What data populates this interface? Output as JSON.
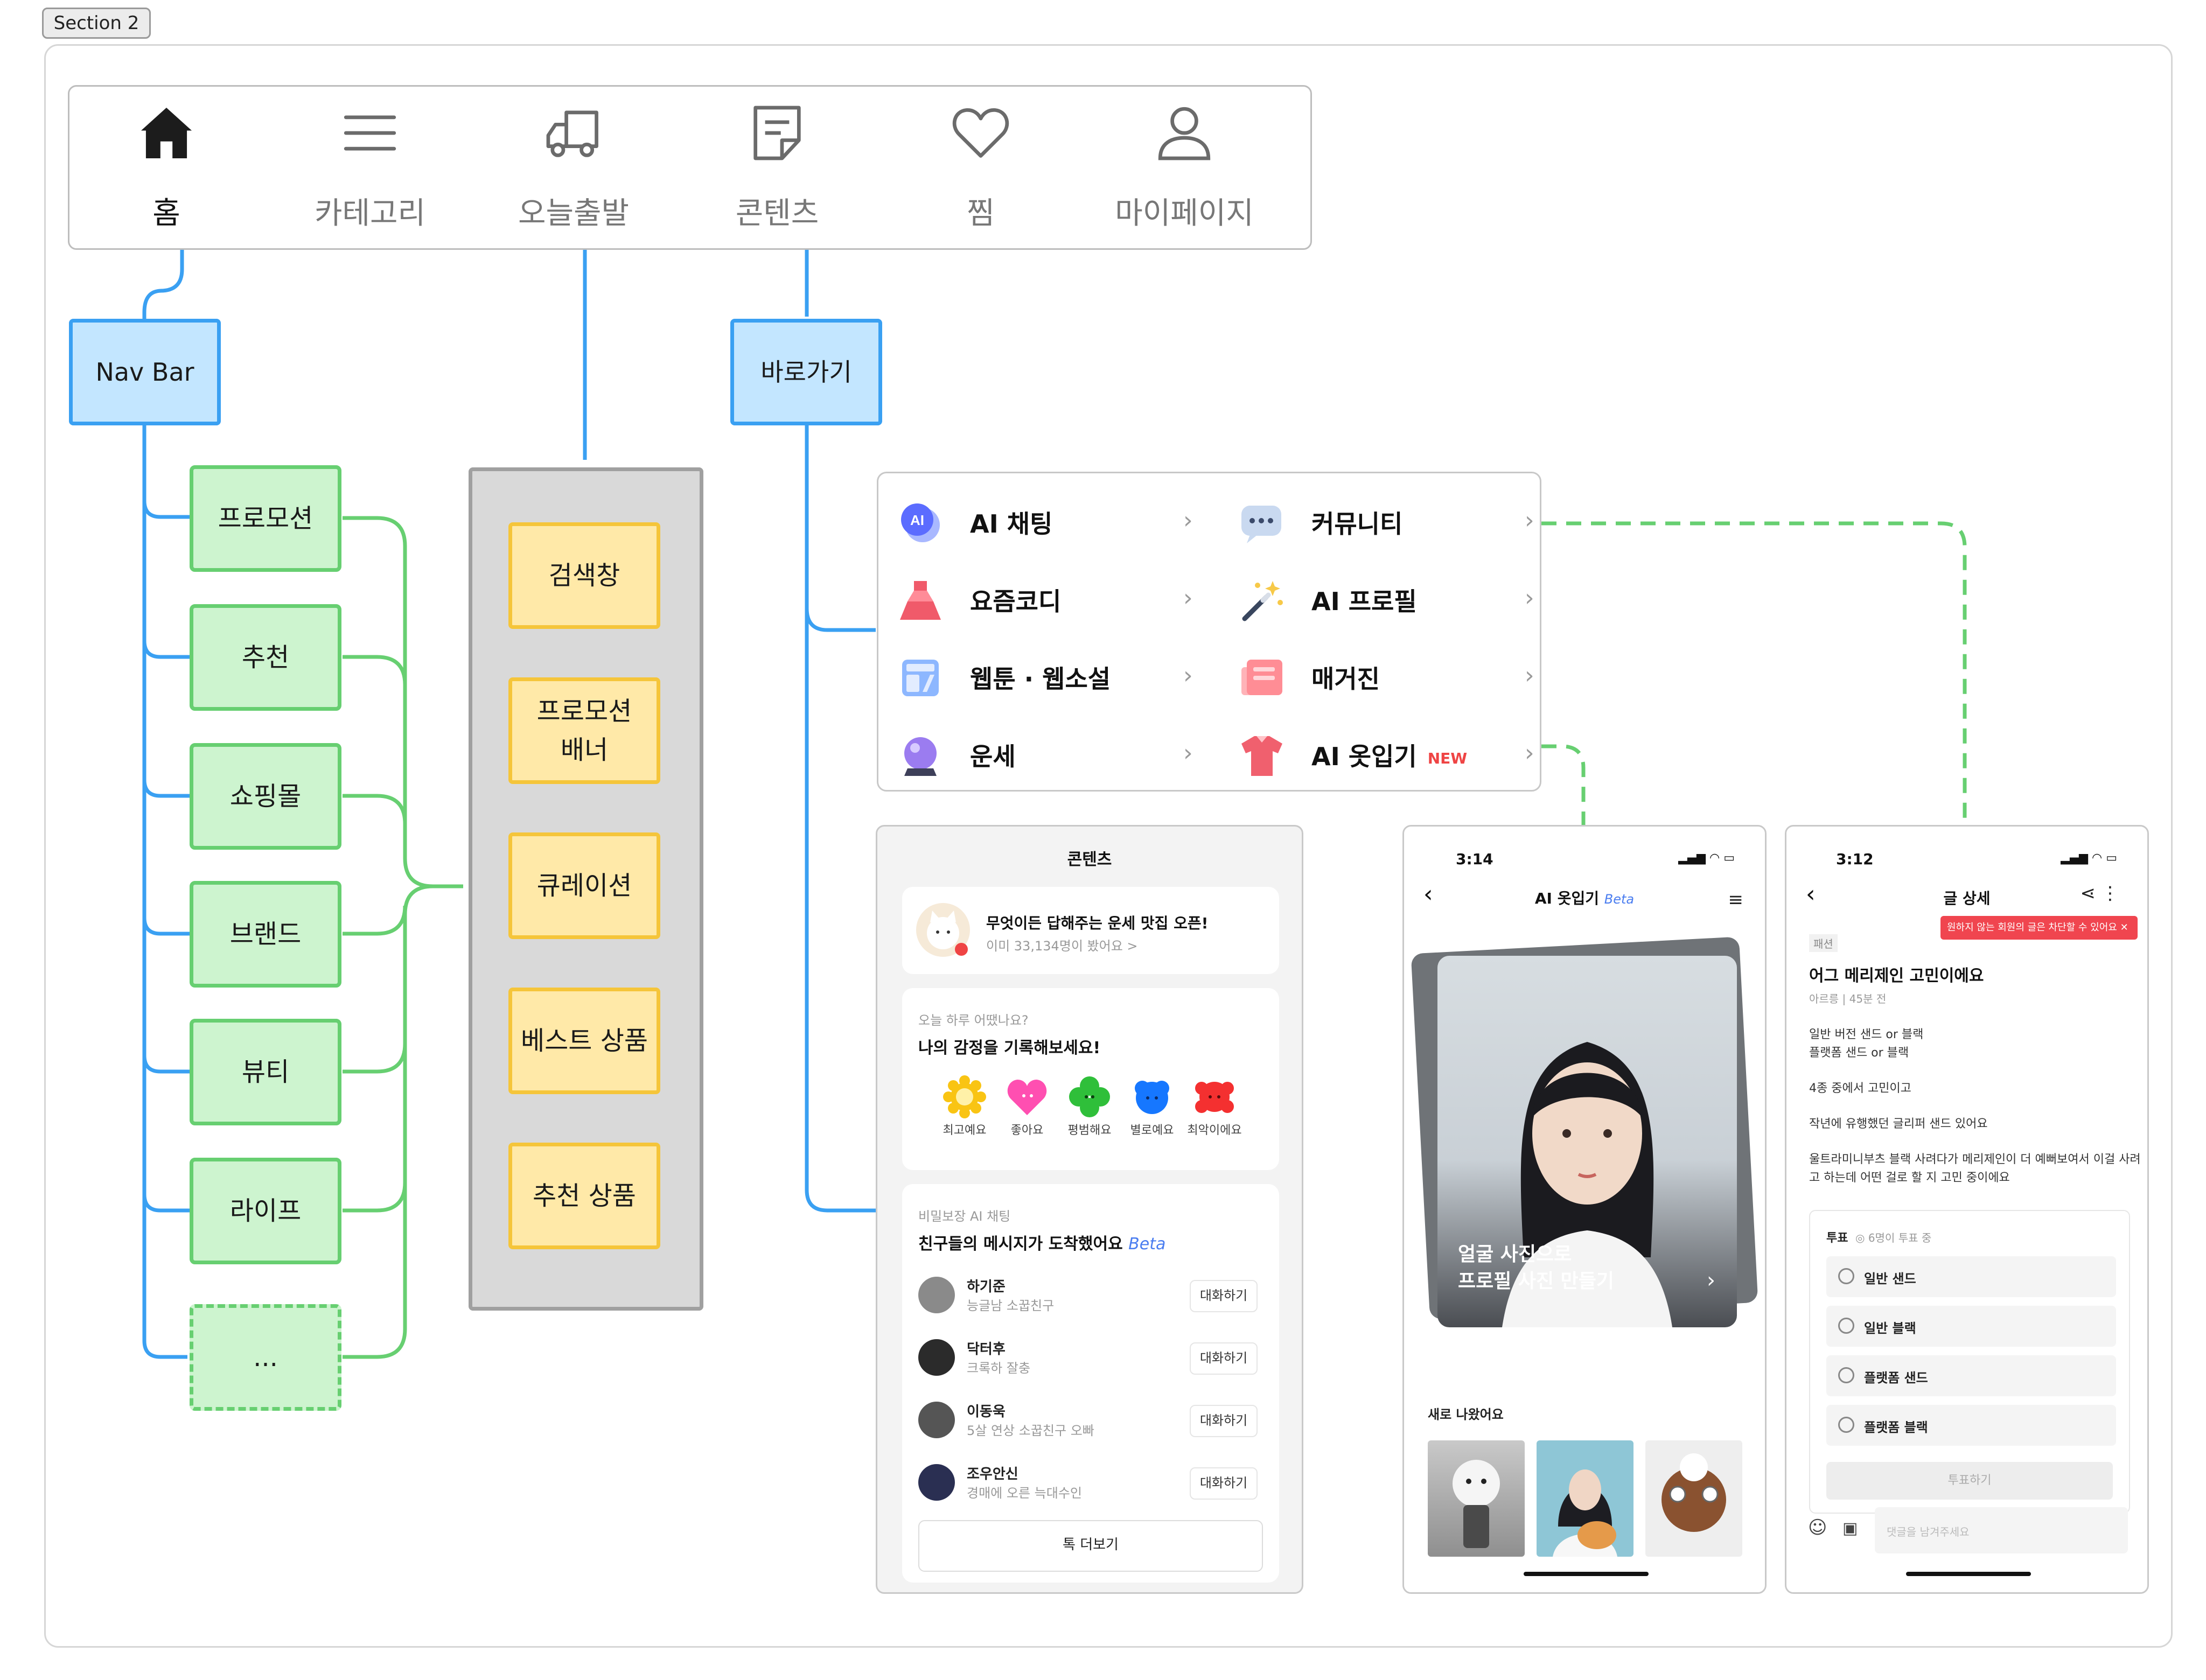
{
  "section_label": "Section 2",
  "tabs": [
    {
      "label": "홈",
      "icon": "home-icon",
      "active": true
    },
    {
      "label": "카테고리",
      "icon": "menu-icon",
      "active": false
    },
    {
      "label": "오늘출발",
      "icon": "truck-icon",
      "active": false
    },
    {
      "label": "콘텐츠",
      "icon": "document-icon",
      "active": false
    },
    {
      "label": "찜",
      "icon": "heart-icon",
      "active": false
    },
    {
      "label": "마이페이지",
      "icon": "user-icon",
      "active": false
    }
  ],
  "nav_bar": {
    "label": "Nav Bar",
    "items": [
      "프로모션",
      "추천",
      "쇼핑몰",
      "브랜드",
      "뷰티",
      "라이프",
      "..."
    ]
  },
  "today_column": [
    "검색창",
    "프로모션\n배너",
    "큐레이션",
    "베스트 상품",
    "추천 상품"
  ],
  "shortcut": {
    "label": "바로가기",
    "items": [
      {
        "label": "AI 채팅",
        "icon": "ai-chat-icon"
      },
      {
        "label": "커뮤니티",
        "icon": "community-icon"
      },
      {
        "label": "요즘코디",
        "icon": "dress-icon"
      },
      {
        "label": "AI 프로필",
        "icon": "magic-wand-icon"
      },
      {
        "label": "웹툰 · 웹소설",
        "icon": "webtoon-icon"
      },
      {
        "label": "매거진",
        "icon": "magazine-icon"
      },
      {
        "label": "운세",
        "icon": "crystal-ball-icon"
      },
      {
        "label": "AI 옷입기",
        "icon": "shirt-icon",
        "badge": "NEW"
      }
    ]
  },
  "content_screen": {
    "title": "콘텐츠",
    "fortune": {
      "title": "무엇이든 답해주는 운세 맛집 오픈!",
      "sub": "이미 33,134명이 봤어요 >"
    },
    "mood": {
      "question": "오늘 하루 어땠나요?",
      "title": "나의 감정을 기록해보세요!",
      "options": [
        {
          "label": "최고예요",
          "color": "#f9c413"
        },
        {
          "label": "좋아요",
          "color": "#ff4fb1"
        },
        {
          "label": "평범해요",
          "color": "#2fbf3a"
        },
        {
          "label": "별로예요",
          "color": "#1677ff"
        },
        {
          "label": "최악이에요",
          "color": "#f43030"
        }
      ]
    },
    "chat": {
      "eyebrow": "비밀보장 AI 채팅",
      "title": "친구들의 메시지가 도착했어요",
      "beta": "Beta",
      "button": "대화하기",
      "friends": [
        {
          "name": "하기준",
          "desc": "능글남 소꿉친구"
        },
        {
          "name": "닥터후",
          "desc": "크록하 잘충"
        },
        {
          "name": "이동욱",
          "desc": "5살 연상 소꿉친구 오빠"
        },
        {
          "name": "조우안신",
          "desc": "경매에 오른 늑대수인"
        }
      ],
      "more": "톡 더보기"
    }
  },
  "ai_outfit_screen": {
    "time": "3:14",
    "title": "AI 옷입기",
    "beta": "Beta",
    "banner": "얼굴 사진으로\n프로필 사진 만들기",
    "new_label": "새로 나왔어요"
  },
  "post_screen": {
    "time": "3:12",
    "title": "글 상세",
    "toast": "원하지 않는 회원의 글은 차단할 수 있어요",
    "category": "패션",
    "post_title": "어그 메리제인 고민이에요",
    "meta": "아르릉 | 45분 전",
    "body": [
      "일반 버전 샌드 or 블랙",
      "플랫폼 샌드 or 블랙",
      "4종 중에서 고민이고",
      "작년에 유행했던 글리퍼 샌드 있어요",
      "울트라미니부츠 블랙 사려다가 메리제인이 더 예뻐보여서 이걸 사려",
      "고 하는데 어떤 걸로 할 지 고민 중이에요"
    ],
    "vote": {
      "label": "투표",
      "count": "6명이 투표 중",
      "options": [
        "일반 샌드",
        "일반 블랙",
        "플랫폼 샌드",
        "플랫폼 블랙"
      ],
      "button": "투표하기"
    },
    "comment_placeholder": "댓글을 남겨주세요"
  },
  "colors": {
    "blue": "#3aa0f2",
    "green": "#67cf71",
    "yellow": "#f5c53a",
    "gray": "#a0a0a0"
  }
}
